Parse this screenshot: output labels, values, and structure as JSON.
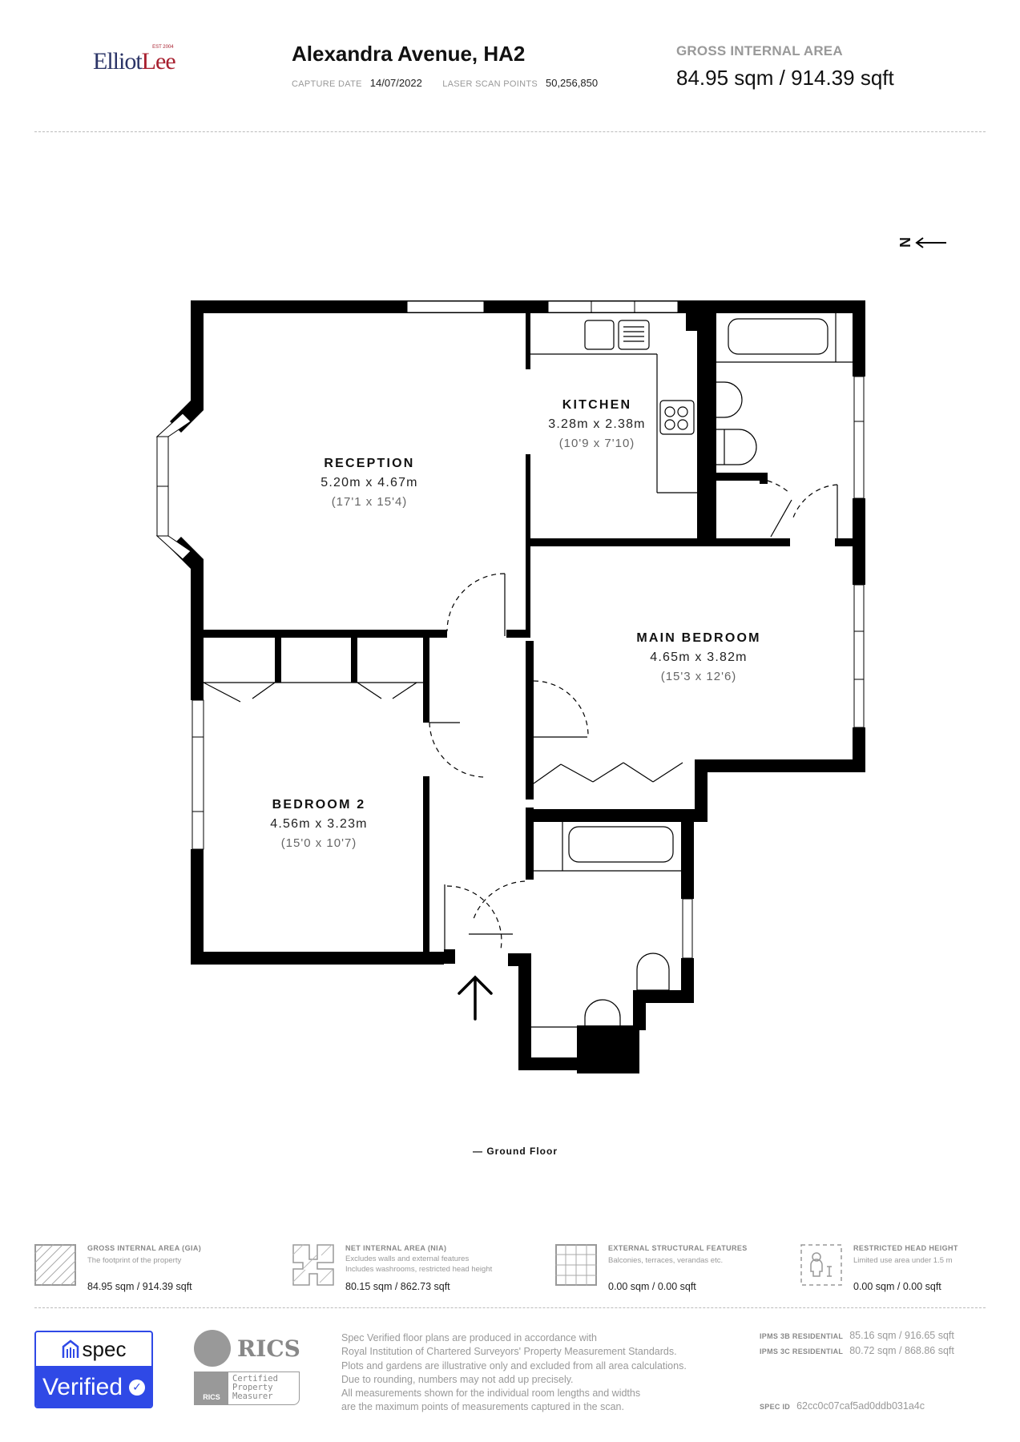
{
  "header": {
    "brand": {
      "name_part1": "Elliot",
      "name_part2": "Lee",
      "est": "EST 2004"
    },
    "property_title": "Alexandra Avenue, HA2",
    "capture_date_label": "CAPTURE DATE",
    "capture_date": "14/07/2022",
    "laser_scan_label": "LASER SCAN POINTS",
    "laser_scan_points": "50,256,850",
    "gia_label": "GROSS INTERNAL AREA",
    "gia_value": "84.95 sqm / 914.39 sqft"
  },
  "compass": {
    "label": "N",
    "icon": "arrow-left-icon"
  },
  "floorplan": {
    "floor_name": "— Ground Floor",
    "rooms": [
      {
        "name": "RECEPTION",
        "metric": "5.20m x 4.67m",
        "imperial": "(17'1 x 15'4)"
      },
      {
        "name": "KITCHEN",
        "metric": "3.28m x 2.38m",
        "imperial": "(10'9 x 7'10)"
      },
      {
        "name": "MAIN BEDROOM",
        "metric": "4.65m x 3.82m",
        "imperial": "(15'3 x 12'6)"
      },
      {
        "name": "BEDROOM 2",
        "metric": "4.56m x 3.23m",
        "imperial": "(15'0 x 10'7)"
      }
    ],
    "entrance_icon": "arrow-up-icon"
  },
  "legend": [
    {
      "title": "GROSS INTERNAL AREA (GIA)",
      "desc1": "The footprint of the property",
      "desc2": "",
      "value": "84.95 sqm / 914.39 sqft",
      "icon": "hatched-square-icon"
    },
    {
      "title": "NET INTERNAL AREA (NIA)",
      "desc1": "Excludes walls and external features",
      "desc2": "Includes washrooms, restricted head height",
      "value": "80.15 sqm / 862.73 sqft",
      "icon": "hatched-rooms-icon"
    },
    {
      "title": "EXTERNAL STRUCTURAL FEATURES",
      "desc1": "Balconies, terraces, verandas etc.",
      "desc2": "",
      "value": "0.00 sqm / 0.00 sqft",
      "icon": "grid-icon"
    },
    {
      "title": "RESTRICTED HEAD HEIGHT",
      "desc1": "Limited use area under 1.5 m",
      "desc2": "",
      "value": "0.00 sqm / 0.00 sqft",
      "icon": "person-height-icon"
    }
  ],
  "footer": {
    "spec_brand": "spec",
    "spec_verified": "Verified",
    "rics_name": "RICS",
    "rics_cert_small": "RICS",
    "rics_cert": "Certified\nProperty\nMeasurer",
    "disclaimer": "Spec Verified floor plans are produced in accordance with\nRoyal Institution of Chartered Surveyors' Property Measurement Standards.\nPlots and gardens are illustrative only and excluded from all area calculations.\nDue to rounding, numbers may not add up precisely.\nAll measurements shown for the individual room lengths and widths\nare the maximum points of measurements captured in the scan.",
    "ipms3b_label": "IPMS 3B RESIDENTIAL",
    "ipms3b_value": "85.16 sqm / 916.65 sqft",
    "ipms3c_label": "IPMS 3C RESIDENTIAL",
    "ipms3c_value": "80.72 sqm / 868.86 sqft",
    "spec_id_label": "SPEC ID",
    "spec_id": "62cc0c07caf5ad0ddb031a4c"
  },
  "colors": {
    "spec_blue": "#2f49e6",
    "brand_navy": "#2b3467",
    "brand_red": "#a8202f",
    "wall": "#000000"
  }
}
